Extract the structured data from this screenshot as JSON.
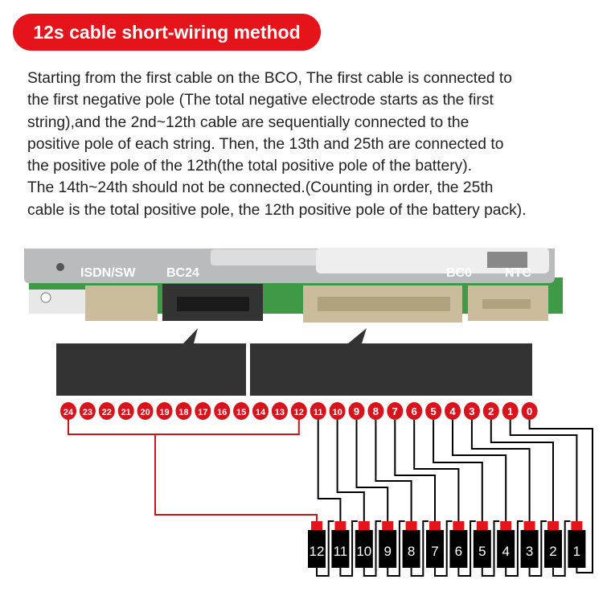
{
  "title": "12s cable short-wiring method",
  "description": [
    "Starting from the first cable on the BCO, The first cable is connected to",
    "the first negative pole (The total negative electrode starts as the first",
    "string),and the 2nd~12th cable are sequentially connected to the",
    "positive pole of each string. Then, the 13th and 25th are connected to",
    "the positive pole of the 12th(the total positive pole of the battery).",
    "The 14th~24th should not be connected.(Counting in order, the 25th",
    "cable is the total positive pole, the 12th positive pole of the battery pack)."
  ],
  "board": {
    "labels": {
      "isdn": "ISDN/SW",
      "bc24": "BC24",
      "bc0": "BC0",
      "ntc": "NTC"
    }
  },
  "pins": [
    "24",
    "23",
    "22",
    "21",
    "20",
    "19",
    "18",
    "17",
    "16",
    "15",
    "14",
    "13",
    "12",
    "11",
    "10",
    "9",
    "8",
    "7",
    "6",
    "5",
    "4",
    "3",
    "2",
    "1",
    "0"
  ],
  "cells": [
    "12",
    "11",
    "10",
    "9",
    "8",
    "7",
    "6",
    "5",
    "4",
    "3",
    "2",
    "1"
  ],
  "colors": {
    "accent": "#e5141b",
    "wire": "#000000",
    "positive_wire": "#c8141b"
  }
}
